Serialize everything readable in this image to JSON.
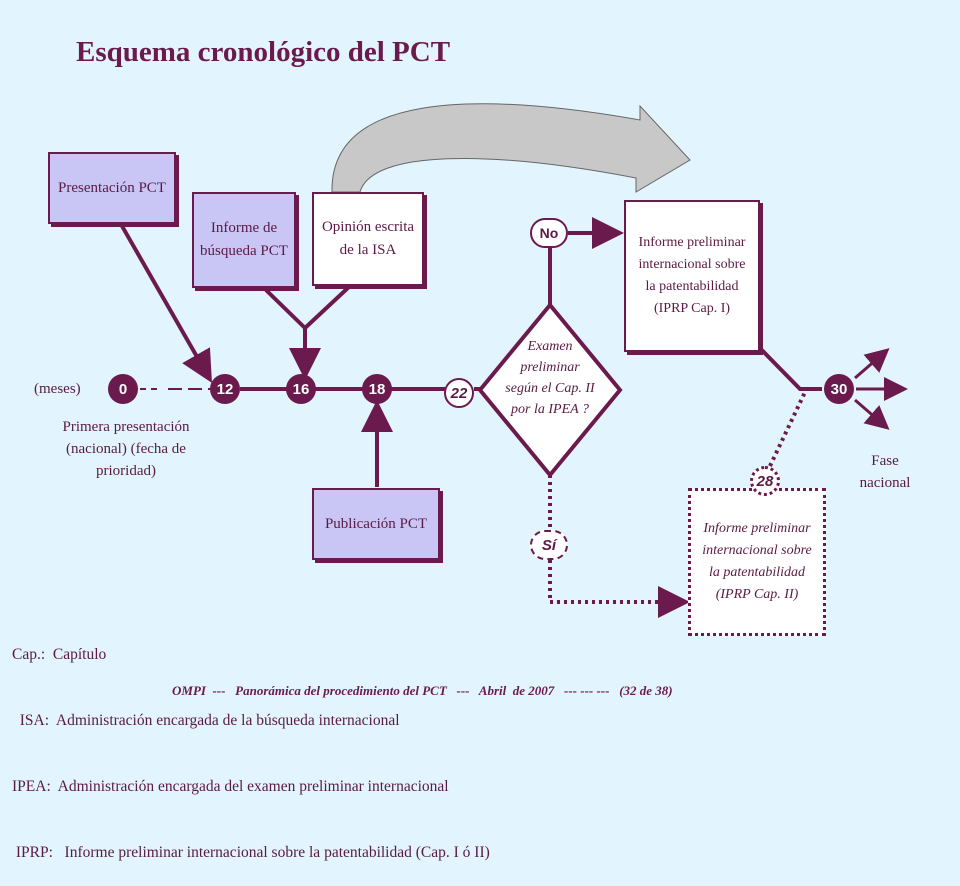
{
  "title": "Esquema cronológico del PCT",
  "boxes": {
    "presentacion": "Presentación PCT",
    "informe_busqueda": "Informe de búsqueda PCT",
    "opinion": "Opinión escrita de la ISA",
    "iprp1": "Informe preliminar internacional sobre la patentabilidad (IPRP Cap. I)",
    "publicacion": "Publicación PCT",
    "iprp2": "Informe preliminar internacional sobre la patentabilidad (IPRP Cap. II)"
  },
  "decision": {
    "question": "Examen preliminar según el Cap. II por la IPEA ?",
    "no": "No",
    "si": "Sí"
  },
  "timeline": {
    "units": "(meses)",
    "m0": "0",
    "m12": "12",
    "m16": "16",
    "m18": "18",
    "m22": "22",
    "m28": "28",
    "m30": "30"
  },
  "notes": {
    "primera": "Primera presentación (nacional) (fecha de prioridad)",
    "fase_nacional": "Fase nacional"
  },
  "legend": [
    "Cap.:  Capítulo",
    "  ISA:  Administración encargada de la búsqueda internacional",
    "IPEA:  Administración encargada del examen preliminar internacional",
    " IPRP:   Informe preliminar internacional sobre la patentabilidad (Cap. I ó II)"
  ],
  "footer": "OMPI  ---   Panorámica del procedimiento del PCT   ---   Abril  de 2007   --- --- ---   (32 de 38)"
}
